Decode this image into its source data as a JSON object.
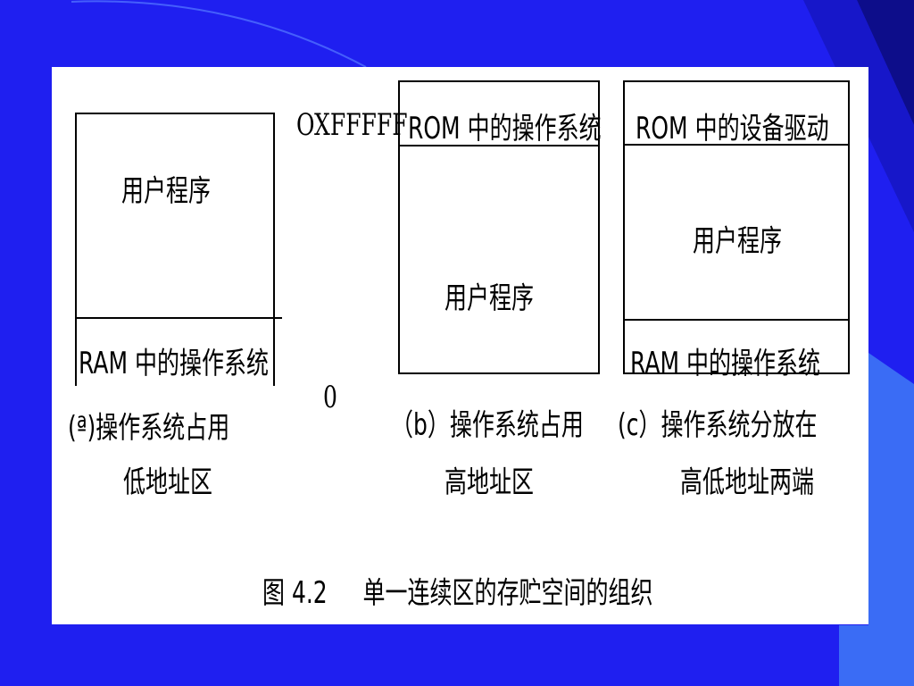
{
  "diagram": {
    "a": {
      "user_program": "用户程序",
      "os_region": "RAM 中的操作系统",
      "caption_line1": "(ª)操作系统占用",
      "caption_line2": "低地址区"
    },
    "address_high": "OXFFFFF",
    "address_low": "0",
    "b": {
      "os_region": "ROM 中的操作系统",
      "user_program": "用户程序",
      "caption_line1": "（b）操作系统占用",
      "caption_line2": "高地址区"
    },
    "c": {
      "driver_region": "ROM 中的设备驱动",
      "user_program": "用户程序",
      "os_region": "RAM 中的操作系统",
      "caption_line1": "(c）操作系统分放在",
      "caption_line2": "高低地址两端"
    },
    "figure_caption": "图 4.2     单一连续区的存贮空间的组织"
  },
  "colors": {
    "background": "#1f1ff0",
    "accent_right": "#3a6cf5",
    "panel": "#ffffff",
    "line": "#000000"
  }
}
